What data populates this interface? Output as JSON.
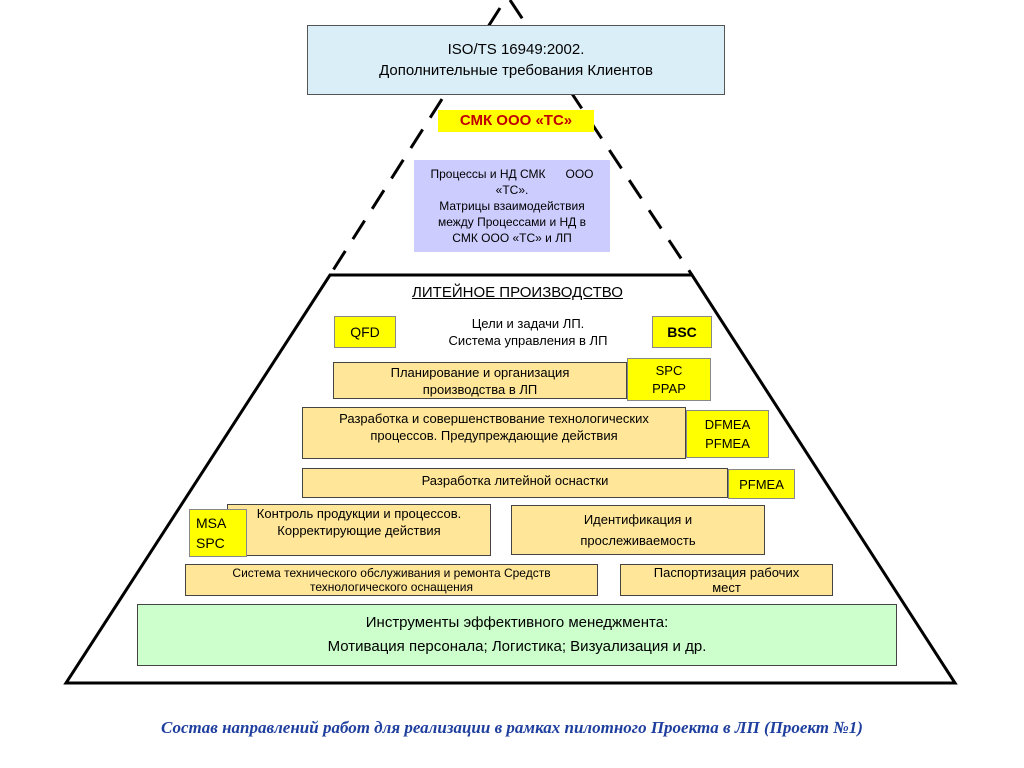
{
  "top_box": {
    "line1": "ISO/TS 16949:2002.",
    "line2": "Дополнительные требования Клиентов"
  },
  "smk_title": "СМК ООО «ТС»",
  "processes_box": {
    "line1": "Процессы и НД СМК      ООО",
    "line2": "«ТС».",
    "line3": "Матрицы взаимодействия",
    "line4": "между Процессами и НД в",
    "line5": "СМК ООО «ТС» и ЛП"
  },
  "foundry": {
    "title": "ЛИТЕЙНОЕ ПРОИЗВОДСТВО",
    "goals_line1": "Цели и задачи ЛП.",
    "goals_line2": "Система управления в ЛП",
    "qfd": "QFD",
    "bsc": "BSC",
    "planning_line1": "Планирование и организация",
    "planning_line2": "производства в ЛП",
    "spc_ppap_line1": "SPC",
    "spc_ppap_line2": "PPAP",
    "tech_line1": "Разработка и совершенствование технологических",
    "tech_line2": "процессов. Предупреждающие действия",
    "dfmea_line1": "DFMEA",
    "dfmea_line2": "PFMEA",
    "tooling": "Разработка литейной оснастки",
    "pfmea": "PFMEA",
    "control_line1": "Контроль продукции и процессов.",
    "control_line2": "Корректирующие действия",
    "msa_line1": "MSA",
    "msa_line2": "SPC",
    "ident_line1": "Идентификация и",
    "ident_line2": "прослеживаемость",
    "maint_line1": "Система технического обслуживания и ремонта  Средств",
    "maint_line2": "технологического оснащения",
    "passport_line1": "Паспортизация рабочих",
    "passport_line2": "мест"
  },
  "tools_box": {
    "line1": "Инструменты эффективного менеджмента:",
    "line2": "Мотивация персонала; Логистика;  Визуализация и др."
  },
  "caption": "Состав направлений работ для реализации в рамках пилотного Проекта в ЛП (Проект №1)",
  "colors": {
    "iso_bg": "#daeef8",
    "smk_title_text": "#c00000",
    "smk_title_bg": "#ffff00",
    "processes_bg": "#ccccff",
    "yellow": "#ffff00",
    "cream": "#ffe699",
    "green": "#ccffcc",
    "caption": "#1f3f9f"
  }
}
